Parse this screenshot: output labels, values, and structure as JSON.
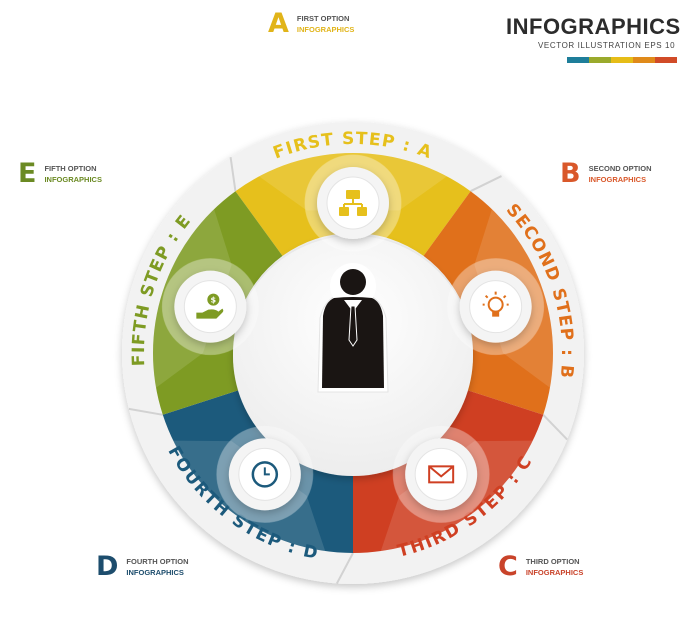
{
  "header": {
    "title": "INFOGRAPHICS",
    "subtitle": "VECTOR ILLUSTRATION EPS 10",
    "palette": [
      "#1e7e9a",
      "#9aaa2c",
      "#e6bd17",
      "#e08a1a",
      "#d14b28"
    ]
  },
  "options": [
    {
      "letter": "A",
      "line1": "FIRST OPTION",
      "line2": "INFOGRAPHICS",
      "color": "#e1b419"
    },
    {
      "letter": "B",
      "line1": "SECOND OPTION",
      "line2": "INFOGRAPHICS",
      "color": "#d9582a"
    },
    {
      "letter": "C",
      "line1": "THIRD OPTION",
      "line2": "INFOGRAPHICS",
      "color": "#c9432a"
    },
    {
      "letter": "D",
      "line1": "FOURTH OPTION",
      "line2": "INFOGRAPHICS",
      "color": "#1d4d6d"
    },
    {
      "letter": "E",
      "line1": "FIFTH OPTION",
      "line2": "INFOGRAPHICS",
      "color": "#6b8a23"
    }
  ],
  "steps": [
    {
      "label": "FIRST STEP : A",
      "color": "#e6c01c",
      "icon": "flowchart-icon"
    },
    {
      "label": "SECOND STEP : B",
      "color": "#e0701b",
      "icon": "lightbulb-icon"
    },
    {
      "label": "THIRD STEP : C",
      "color": "#cf3f22",
      "icon": "envelope-icon"
    },
    {
      "label": "FOURTH STEP : D",
      "color": "#1c5a7c",
      "icon": "clock-icon"
    },
    {
      "label": "FIFTH STEP : E",
      "color": "#7e9b23",
      "icon": "money-hand-icon"
    }
  ],
  "center": {
    "icon": "businessman-icon"
  }
}
